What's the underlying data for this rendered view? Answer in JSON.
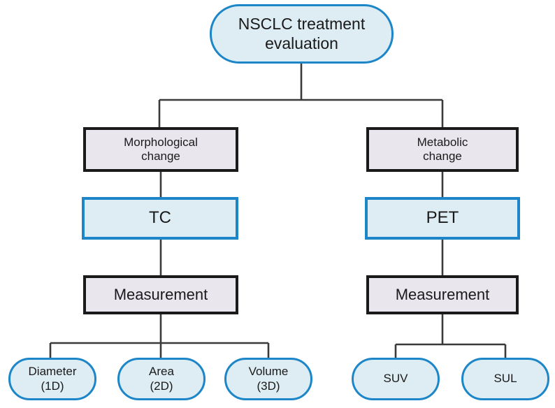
{
  "diagram": {
    "title": "NSCLC treatment evaluation",
    "type": "flowchart",
    "orientation": "top-down",
    "colors": {
      "pill_fill": "#ddedf3",
      "pill_border": "#1c86c8",
      "process_fill": "#eae6ee",
      "process_border": "#1a1a1a",
      "connector": "#3a3a3a",
      "background": "#ffffff",
      "text": "#1a1a1a"
    },
    "nodes": {
      "root": {
        "label": "NSCLC treatment\nevaluation",
        "shape": "rounded-pill",
        "style": "blue"
      },
      "morphological_change": {
        "label": "Morphological\nchange",
        "shape": "rectangle",
        "style": "black"
      },
      "metabolic_change": {
        "label": "Metabolic\nchange",
        "shape": "rectangle",
        "style": "black"
      },
      "tc": {
        "label": "TC",
        "shape": "rectangle",
        "style": "blue"
      },
      "pet": {
        "label": "PET",
        "shape": "rectangle",
        "style": "blue"
      },
      "measurement_left": {
        "label": "Measurement",
        "shape": "rectangle",
        "style": "black"
      },
      "measurement_right": {
        "label": "Measurement",
        "shape": "rectangle",
        "style": "black"
      },
      "diameter": {
        "label": "Diameter\n(1D)",
        "shape": "rounded-pill",
        "style": "blue"
      },
      "area": {
        "label": "Area\n(2D)",
        "shape": "rounded-pill",
        "style": "blue"
      },
      "volume": {
        "label": "Volume\n(3D)",
        "shape": "rounded-pill",
        "style": "blue"
      },
      "suv": {
        "label": "SUV",
        "shape": "rounded-pill",
        "style": "blue"
      },
      "sul": {
        "label": "SUL",
        "shape": "rounded-pill",
        "style": "blue"
      }
    },
    "edges": [
      {
        "from": "root",
        "to": "morphological_change"
      },
      {
        "from": "root",
        "to": "metabolic_change"
      },
      {
        "from": "morphological_change",
        "to": "tc"
      },
      {
        "from": "metabolic_change",
        "to": "pet"
      },
      {
        "from": "tc",
        "to": "measurement_left"
      },
      {
        "from": "pet",
        "to": "measurement_right"
      },
      {
        "from": "measurement_left",
        "to": "diameter"
      },
      {
        "from": "measurement_left",
        "to": "area"
      },
      {
        "from": "measurement_left",
        "to": "volume"
      },
      {
        "from": "measurement_right",
        "to": "suv"
      },
      {
        "from": "measurement_right",
        "to": "sul"
      }
    ]
  }
}
